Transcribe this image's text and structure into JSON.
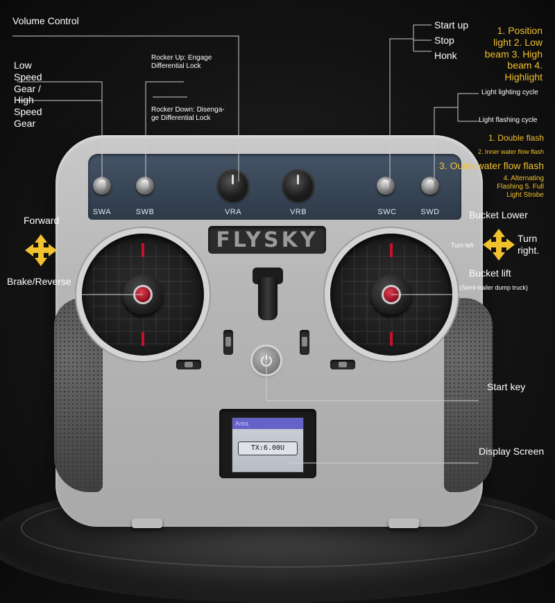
{
  "brand": "FLYSKY",
  "switches": [
    {
      "id": "swa",
      "label": "SWA"
    },
    {
      "id": "swb",
      "label": "SWB"
    },
    {
      "id": "vra",
      "label": "VRA"
    },
    {
      "id": "vrb",
      "label": "VRB"
    },
    {
      "id": "swc",
      "label": "SWC"
    },
    {
      "id": "swd",
      "label": "SWD"
    }
  ],
  "screen": {
    "title": "Area",
    "tx": "TX:6.00U"
  },
  "callouts": {
    "volume_control": "Volume Control",
    "low_high_gear": "Low\nSpeed\nGear /\nHigh\nSpeed\nGear",
    "rocker_up": "Rocker Up: Engage\nDifferential Lock",
    "rocker_down": "Rocker Down: Disenga-\nge Differential Lock",
    "start_up": "Start up",
    "stop": "Stop",
    "honk": "Honk",
    "lights": "1. Position\nlight 2. Low\nbeam 3. High\nbeam 4.\nHighlight",
    "light_lighting_cycle": "Light lighting cycle",
    "light_flashing_cycle": "Light flashing cycle",
    "double_flash": "1. Double flash",
    "inner_water_flow": "2. Inner water flow flash",
    "outer_water_flow": "3. Outer water flow flash",
    "alternating": "4. Alternating\nFlashing 5. Full\nLight Strobe",
    "forward": "Forward",
    "brake_reverse": "Brake/Reverse",
    "bucket_lower": "Bucket Lower",
    "turn_left": "Turn left",
    "turn_right": "Turn\nright.",
    "bucket_lift": "Bucket lift",
    "semi_trailer": "(Semi-trailer dump truck)",
    "start_key": "Start key",
    "display_screen": "Display Screen"
  },
  "colors": {
    "accent_yellow": "#f2c12e",
    "panel_blue": "#3a4757",
    "stick_red": "#c8102e"
  },
  "icons": {
    "left_arrow_cross": "four-way-arrow-icon",
    "right_arrow_cross": "four-way-arrow-icon",
    "power": "power-icon"
  }
}
